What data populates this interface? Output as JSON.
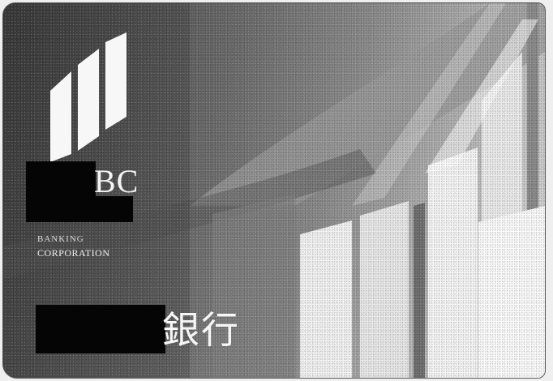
{
  "card": {
    "brand_visible": "BC",
    "line_banking_visible": "BANKING",
    "line_corporation": "CORPORATION",
    "bank_name_visible": "銀行"
  },
  "icons": {
    "logo": "three-panel-mark-icon"
  },
  "colors": {
    "redaction": "#050505",
    "card_dark": "#3c3c3c",
    "card_light": "#dcdcdc",
    "panel_white": "#f4f4f4"
  }
}
